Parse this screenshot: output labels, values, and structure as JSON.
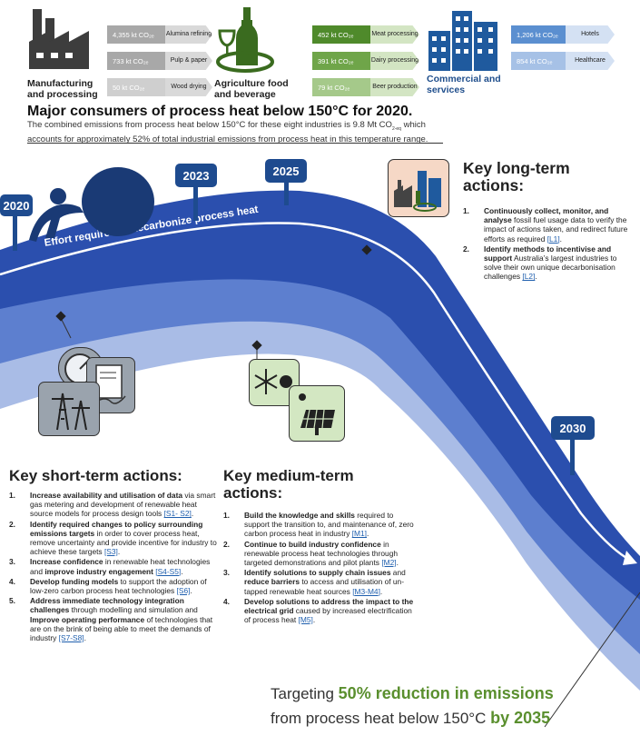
{
  "sectors": {
    "manufacturing": {
      "label": "Manufacturing and processing",
      "rows": [
        {
          "value": "4,355 kt CO₂ₑ",
          "name": "Alumina refining"
        },
        {
          "value": "733 kt CO₂ₑ",
          "name": "Pulp & paper"
        },
        {
          "value": "50 kt CO₂ₑ",
          "name": "Wood drying"
        }
      ]
    },
    "agriculture": {
      "label": "Agriculture food and beverage",
      "rows": [
        {
          "value": "452 kt CO₂ₑ",
          "name": "Meat processing"
        },
        {
          "value": "391 kt CO₂ₑ",
          "name": "Dairy processing"
        },
        {
          "value": "79 kt CO₂ₑ",
          "name": "Beer production"
        }
      ]
    },
    "commercial": {
      "label": "Commercial and services",
      "rows": [
        {
          "value": "1,206 kt CO₂ₑ",
          "name": "Hotels"
        },
        {
          "value": "854 kt CO₂ₑ",
          "name": "Healthcare"
        }
      ]
    }
  },
  "colors": {
    "road_dark": "#2b4fae",
    "road_mid": "#4f73c9",
    "road_light": "#8ea7dc",
    "sign": "#1e4b8f",
    "accent_green": "#5a8f2e"
  },
  "title": "Major consumers of process heat below 150°C for 2020.",
  "subtitle_line1": "The combined emissions from process heat below 150°C for these eight industries is 9.8 Mt CO",
  "subtitle_sub": "2-eq",
  "subtitle_line1_end": " which",
  "subtitle_line2": "accounts for approximately 52% of total industrial emissions from process heat in this temperature range.",
  "years": {
    "y2020": "2020",
    "y2023": "2023",
    "y2025": "2025",
    "y2030": "2030"
  },
  "road_label": "Effort required to decarbonize process heat",
  "long_term": {
    "title": "Key long-term actions:",
    "items": [
      {
        "num": "1.",
        "bold": "Continuously collect, monitor, and analyse",
        "text": " fossil fuel usage data to verify the impact of actions taken, and redirect future efforts as required ",
        "ref": "[L1]",
        "end": "."
      },
      {
        "num": "2.",
        "bold": "Identify methods to incentivise and support",
        "text": " Australia’s largest industries to solve their own unique decarbonisation challenges ",
        "ref": "[L2]",
        "end": "."
      }
    ]
  },
  "short_term": {
    "title": "Key short-term actions:",
    "items": [
      {
        "num": "1.",
        "bold": "Increase availability and utilisation of data",
        "text": " via smart gas metering and development of renewable heat source models for process design tools ",
        "ref": "[S1- S2]",
        "end": "."
      },
      {
        "num": "2.",
        "bold": "Identify required changes to policy surrounding emissions targets",
        "text": " in order to cover process heat, remove uncertainty and provide incentive for industry to achieve these targets ",
        "ref": "[S3]",
        "end": "."
      },
      {
        "num": "3.",
        "bold": "Increase confidence",
        "text": " in renewable heat technologies and ",
        "bold2": "improve industry engagement",
        "text2": " ",
        "ref": "[S4-S5]",
        "end": "."
      },
      {
        "num": "4.",
        "bold": "Develop funding models",
        "text": " to support the adoption of low-zero carbon process heat technologies ",
        "ref": "[S6]",
        "end": "."
      },
      {
        "num": "5.",
        "bold": "Address immediate technology integration challenges",
        "text": " through modelling and simulation and ",
        "bold2": "Improve operating performance",
        "text2": " of technologies that are on the brink of being able to meet the demands of industry ",
        "ref": "[S7-S8]",
        "end": "."
      }
    ]
  },
  "medium_term": {
    "title": "Key medium-term actions:",
    "items": [
      {
        "num": "1.",
        "bold": "Build the knowledge and skills",
        "text": " required to support the transition to, and maintenance of, zero carbon process heat in industry ",
        "ref": "[M1]",
        "end": "."
      },
      {
        "num": "2.",
        "bold": "Continue to build industry confidence",
        "text": " in renewable process heat technologies through targeted demonstrations and pilot plants ",
        "ref": "[M2]",
        "end": "."
      },
      {
        "num": "3.",
        "bold": "Identify solutions to supply chain issues",
        "text": " and ",
        "bold2": "reduce barriers",
        "text2": " to access and utilisation of un-tapped renewable heat sources ",
        "ref": "[M3-M4]",
        "end": "."
      },
      {
        "num": "4.",
        "bold": "Develop solutions to address the impact to the electrical grid",
        "text": " caused by increased electrification of process heat ",
        "ref": "[M5]",
        "end": "."
      }
    ]
  },
  "target": {
    "pre": "Targeting ",
    "highlight": "50% reduction in emissions",
    "line2_pre": "from process heat below 150°C ",
    "line2_highlight": "by 2035"
  }
}
